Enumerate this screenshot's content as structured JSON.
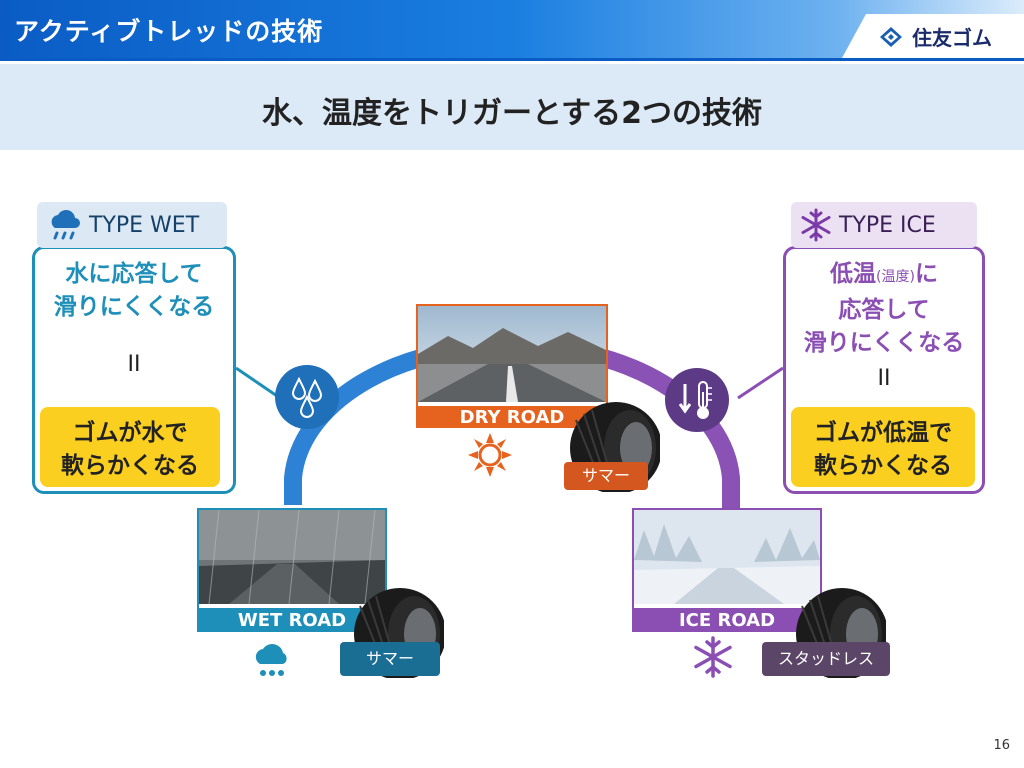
{
  "header": {
    "title": "アクティブトレッドの技術",
    "logo_text": "住友ゴム"
  },
  "subtitle": "水、温度をトリガーとする2つの技術",
  "colors": {
    "wet": "#1e8fb8",
    "ice": "#8b4fb3",
    "dry": "#e6621f",
    "highlight": "#fbcf1f",
    "arc_blue": "#2e82d6",
    "arc_purple": "#8a52b5"
  },
  "wet_panel": {
    "tag": "TYPE WET",
    "tag_icon": "rain-cloud-icon",
    "response_lines": [
      "水に応答して",
      "滑りにくくなる"
    ],
    "equals": "II",
    "result_lines": [
      "ゴムが水で",
      "軟らかくなる"
    ]
  },
  "ice_panel": {
    "tag": "TYPE ICE",
    "tag_icon": "snowflake-icon",
    "response_line1_main": "低温",
    "response_line1_small": "(温度)",
    "response_line1_end": "に",
    "response_lines": [
      "応答して",
      "滑りにくくなる"
    ],
    "equals": "II",
    "result_lines": [
      "ゴムが低温で",
      "軟らかくなる"
    ]
  },
  "roads": {
    "dry": {
      "label": "DRY ROAD",
      "tire": "サマー",
      "icon": "sun-icon"
    },
    "wet": {
      "label": "WET ROAD",
      "tire": "サマー",
      "icon": "rain-cloud-icon"
    },
    "ice": {
      "label": "ICE ROAD",
      "tire": "スタッドレス",
      "icon": "snowflake-icon"
    }
  },
  "arc_icons": {
    "left": "water-drops-icon",
    "right": "thermometer-down-icon"
  },
  "page_number": "16"
}
